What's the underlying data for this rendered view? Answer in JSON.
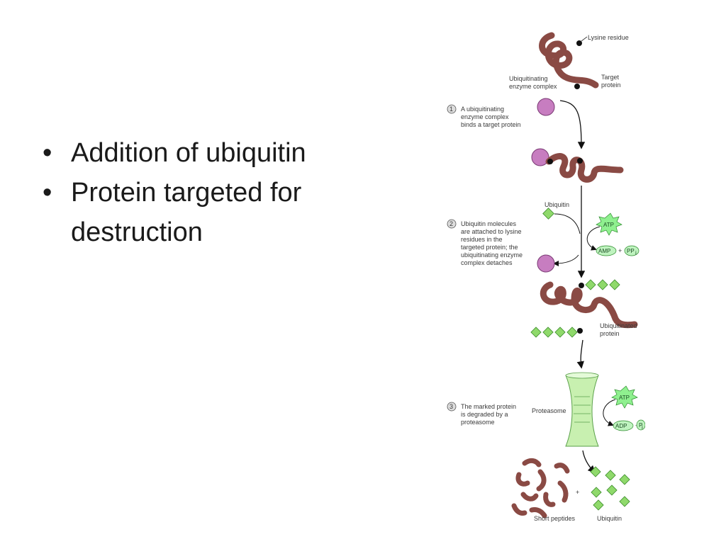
{
  "slide": {
    "bullets": [
      {
        "symbol": "•",
        "text": "Addition of ubiquitin"
      },
      {
        "symbol": "•",
        "text": "Protein targeted for destruction"
      }
    ]
  },
  "diagram": {
    "labels": {
      "lysine_residue": "Lysine residue",
      "target_protein_1": "Target",
      "target_protein_2": "protein",
      "enzyme_complex_1": "Ubiquitinating",
      "enzyme_complex_2": "enzyme complex",
      "ubiquitin": "Ubiquitin",
      "ubiquitinated_1": "Ubiquitinated",
      "ubiquitinated_2": "protein",
      "proteasome": "Proteasome",
      "short_peptides": "Short peptides",
      "ubiquitin_products": "Ubiquitin",
      "plus": "+"
    },
    "steps": [
      {
        "number": "1",
        "lines": [
          "A ubiquitinating",
          "enzyme complex",
          "binds a target protein"
        ]
      },
      {
        "number": "2",
        "lines": [
          "Ubiquitin molecules",
          "are attached to lysine",
          "residues in the",
          "targeted protein; the",
          "ubiquitinating enzyme",
          "complex detaches"
        ]
      },
      {
        "number": "3",
        "lines": [
          "The marked protein",
          "is degraded by a",
          "proteasome"
        ]
      }
    ],
    "molecules": {
      "atp_1": "ATP",
      "amp": "AMP",
      "ppi": "PP",
      "ppi_sub": "i",
      "plus_1": "+",
      "atp_2": "ATP",
      "adp": "ADP",
      "pi": "P",
      "pi_sub": "i",
      "plus_2": "+"
    },
    "colors": {
      "protein": "#8a4a44",
      "enzyme": "#c77dc0",
      "ubiquitin": "#8fd96b",
      "proteasome": "#c8f0b0",
      "atp": "#8ff08f",
      "lysine": "#111111"
    }
  }
}
